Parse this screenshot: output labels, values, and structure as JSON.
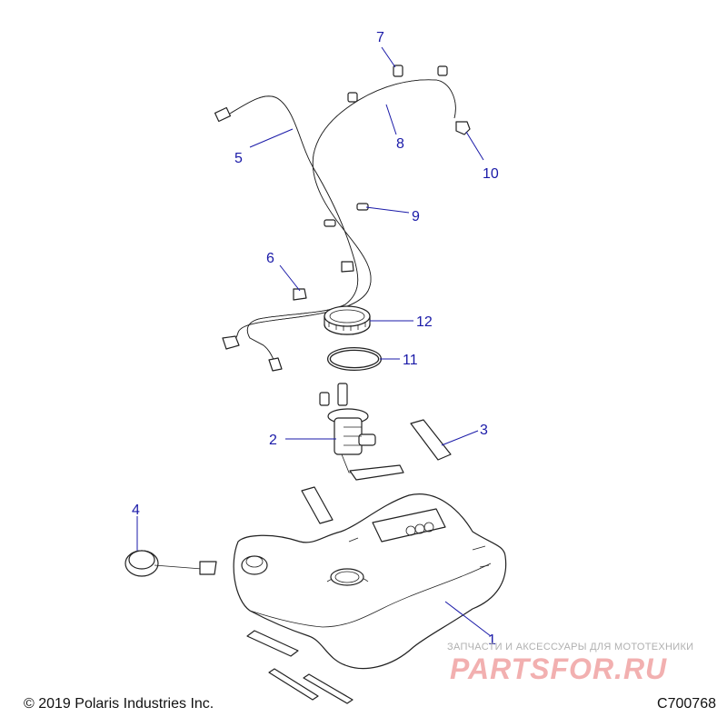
{
  "diagram": {
    "callouts": [
      {
        "num": "1"
      },
      {
        "num": "2"
      },
      {
        "num": "3"
      },
      {
        "num": "4"
      },
      {
        "num": "5"
      },
      {
        "num": "6"
      },
      {
        "num": "7"
      },
      {
        "num": "8"
      },
      {
        "num": "9"
      },
      {
        "num": "10"
      },
      {
        "num": "11"
      },
      {
        "num": "12"
      }
    ],
    "callout_color": "#1a1aa8"
  },
  "footer": {
    "copyright": "© 2019 Polaris Industries Inc.",
    "figure_id": "C700768"
  },
  "watermark": {
    "tagline": "ЗАПЧАСТИ И АКСЕССУАРЫ ДЛЯ МОТОТЕХНИКИ",
    "logo": "PARTSFOR.RU"
  }
}
